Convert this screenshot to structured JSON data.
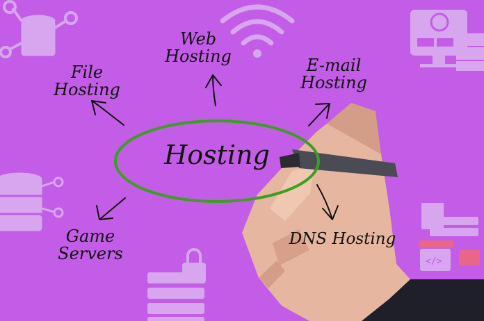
{
  "labels": {
    "file": "File\nHosting",
    "web": "Web\nHosting",
    "email": "E-mail\nHosting",
    "center": "Hosting",
    "game": "Game\nServers",
    "dns": "DNS Hosting"
  },
  "colors": {
    "background": "#c35ce6",
    "ellipse": "#3aa020",
    "ink": "#111111",
    "icon_light": "#d7a6ee"
  },
  "icons": [
    "database-icon",
    "wifi-icon",
    "server-sync-icon",
    "database-stack-icon",
    "server-lock-icon",
    "code-server-icon"
  ]
}
